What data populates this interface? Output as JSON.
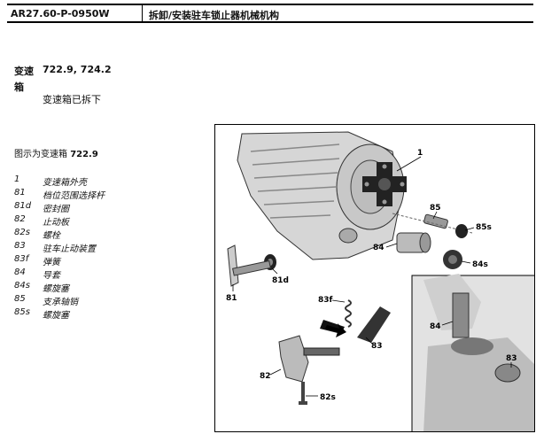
{
  "header": {
    "code": "AR27.60-P-0950W",
    "title": "拆卸/安装驻车锁止器机械机构"
  },
  "applicability": {
    "label_line1": "变速",
    "label_line2": "箱",
    "models": "722.9, 724.2",
    "note": "变速箱已拆下"
  },
  "figure_caption": {
    "prefix": "图示为变速箱",
    "model": "722.9"
  },
  "legend": [
    {
      "code": "1",
      "desc": "变速箱外壳"
    },
    {
      "code": "81",
      "desc": "档位范围选择杆"
    },
    {
      "code": "81d",
      "desc": "密封圈"
    },
    {
      "code": "82",
      "desc": "止动板"
    },
    {
      "code": "82s",
      "desc": "螺栓"
    },
    {
      "code": "83",
      "desc": "驻车止动装置"
    },
    {
      "code": "83f",
      "desc": "弹簧"
    },
    {
      "code": "84",
      "desc": "导套"
    },
    {
      "code": "84s",
      "desc": "螺旋塞"
    },
    {
      "code": "85",
      "desc": "支承轴销"
    },
    {
      "code": "85s",
      "desc": "螺旋塞"
    }
  ],
  "figure_labels": {
    "l1": "1",
    "l85": "85",
    "l85s": "85s",
    "l84": "84",
    "l84s": "84s",
    "l81d": "81d",
    "l81": "81",
    "l83f": "83f",
    "l83": "83",
    "l82": "82",
    "l82s": "82s",
    "inset84": "84",
    "inset83": "83"
  }
}
